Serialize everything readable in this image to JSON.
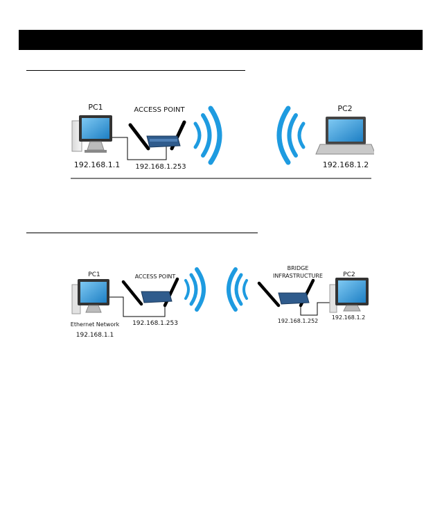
{
  "diagram1": {
    "pc1": {
      "title": "PC1",
      "ip": "192.168.1.1"
    },
    "access_point": {
      "title": "ACCESS POINT",
      "ip": "192.168.1.253"
    },
    "pc2": {
      "title": "PC2",
      "ip": "192.168.1.2"
    }
  },
  "diagram2": {
    "pc1": {
      "title": "PC1",
      "network": "Ethernet Network",
      "ip": "192.168.1.1"
    },
    "access_point": {
      "title": "ACCESS POINT",
      "ip": "192.168.1.253"
    },
    "bridge": {
      "title_line1": "BRIDGE",
      "title_line2": "INFRASTRUCTURE",
      "ip": "192.168.1.252"
    },
    "pc2": {
      "title": "PC2",
      "ip": "192.168.1.2"
    }
  },
  "colors": {
    "header": "#000000",
    "wave": "#1e9be0",
    "router": "#2f5b8c",
    "screen": "#3aa0dc"
  }
}
